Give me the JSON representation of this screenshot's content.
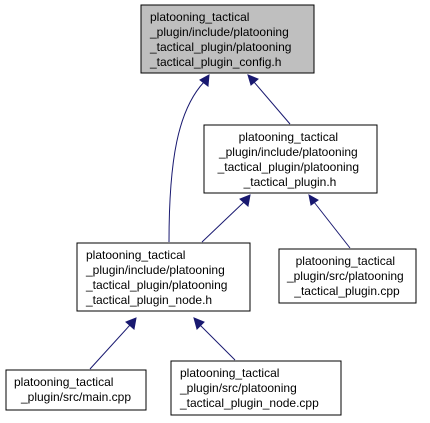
{
  "colors": {
    "highlight_fill": "#bfbfbf",
    "node_fill": "#ffffff",
    "border": "#000000",
    "edge": "#191970"
  },
  "nodes": [
    {
      "id": "config_h",
      "highlight": true,
      "lines": [
        "platooning_tactical",
        "_plugin/include/platooning",
        "_tactical_plugin/platooning",
        "_tactical_plugin_config.h"
      ]
    },
    {
      "id": "plugin_h",
      "highlight": false,
      "lines": [
        "platooning_tactical",
        "_plugin/include/platooning",
        "_tactical_plugin/platooning",
        "_tactical_plugin.h"
      ]
    },
    {
      "id": "plugin_node_h",
      "highlight": false,
      "lines": [
        "platooning_tactical",
        "_plugin/include/platooning",
        "_tactical_plugin/platooning",
        "_tactical_plugin_node.h"
      ]
    },
    {
      "id": "plugin_cpp",
      "highlight": false,
      "lines": [
        "platooning_tactical",
        "_plugin/src/platooning",
        "_tactical_plugin.cpp"
      ]
    },
    {
      "id": "main_cpp",
      "highlight": false,
      "lines": [
        "platooning_tactical",
        "_plugin/src/main.cpp"
      ]
    },
    {
      "id": "plugin_node_cpp",
      "highlight": false,
      "lines": [
        "platooning_tactical",
        "_plugin/src/platooning",
        "_tactical_plugin_node.cpp"
      ]
    }
  ],
  "edges": [
    {
      "from": "plugin_h",
      "to": "config_h"
    },
    {
      "from": "plugin_node_h",
      "to": "config_h"
    },
    {
      "from": "plugin_node_h",
      "to": "plugin_h"
    },
    {
      "from": "plugin_cpp",
      "to": "plugin_h"
    },
    {
      "from": "main_cpp",
      "to": "plugin_node_h"
    },
    {
      "from": "plugin_node_cpp",
      "to": "plugin_node_h"
    }
  ]
}
